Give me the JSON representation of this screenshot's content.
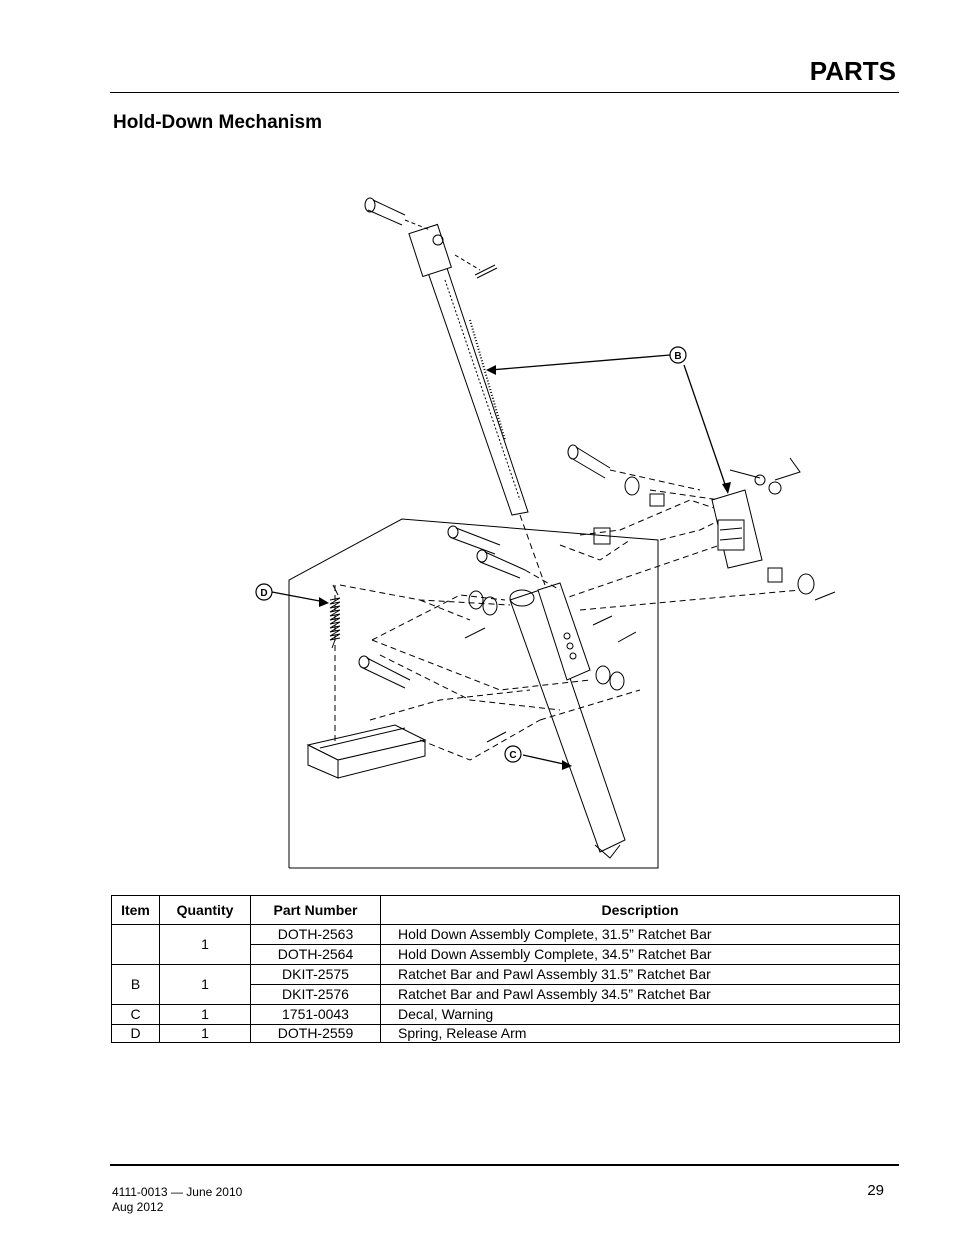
{
  "header": {
    "title": "PARTS"
  },
  "section": {
    "title": "Hold-Down Mechanism"
  },
  "diagram": {
    "callouts": [
      {
        "letter": "B"
      },
      {
        "letter": "C"
      },
      {
        "letter": "D"
      }
    ]
  },
  "table": {
    "columns": [
      "Item",
      "Quantity",
      "Part Number",
      "Description"
    ],
    "rows": [
      {
        "item": "",
        "quantity": "1",
        "parts": [
          {
            "part_number": "DOTH-2563",
            "description": "Hold Down Assembly Complete, 31.5” Ratchet Bar"
          },
          {
            "part_number": "DOTH-2564",
            "description": "Hold Down Assembly Complete, 34.5” Ratchet Bar"
          }
        ]
      },
      {
        "item": "B",
        "quantity": "1",
        "parts": [
          {
            "part_number": "DKIT-2575",
            "description": "Ratchet Bar and Pawl Assembly 31.5” Ratchet Bar"
          },
          {
            "part_number": "DKIT-2576",
            "description": "Ratchet Bar and Pawl Assembly 34.5” Ratchet Bar"
          }
        ]
      },
      {
        "item": "C",
        "quantity": "1",
        "parts": [
          {
            "part_number": "1751-0043",
            "description": "Decal, Warning"
          }
        ]
      },
      {
        "item": "D",
        "quantity": "1",
        "parts": [
          {
            "part_number": "DOTH-2559",
            "description": "Spring, Release Arm"
          }
        ]
      }
    ]
  },
  "footer": {
    "doc_number": "4111-0013 — June 2010",
    "revision": "Aug 2012",
    "page_number": "29"
  }
}
